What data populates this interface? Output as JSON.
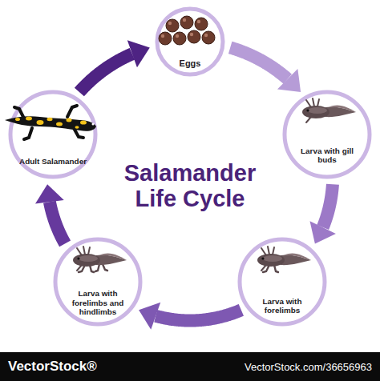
{
  "diagram": {
    "title": "Salamander Life Cycle",
    "nodes": [
      {
        "text": [
          "Eggs"
        ]
      },
      {
        "text": [
          "Larva with gill buds"
        ]
      },
      {
        "text": [
          "Larva with forelimbs"
        ]
      },
      {
        "text": [
          "Larva with forelimbs and hindlimbs"
        ]
      },
      {
        "text": [
          "Adult Salamander"
        ]
      }
    ],
    "edges": [
      {
        "from": 0,
        "to": 1,
        "arrow": "to"
      },
      {
        "from": 1,
        "to": 2,
        "arrow": "to"
      },
      {
        "from": 2,
        "to": 3,
        "arrow": "to"
      },
      {
        "from": 3,
        "to": 4,
        "arrow": "to"
      },
      {
        "from": 4,
        "to": 0,
        "arrow": "to"
      }
    ],
    "labels": [
      "VectorStock®",
      "VectorStock.com/36656963"
    ]
  }
}
